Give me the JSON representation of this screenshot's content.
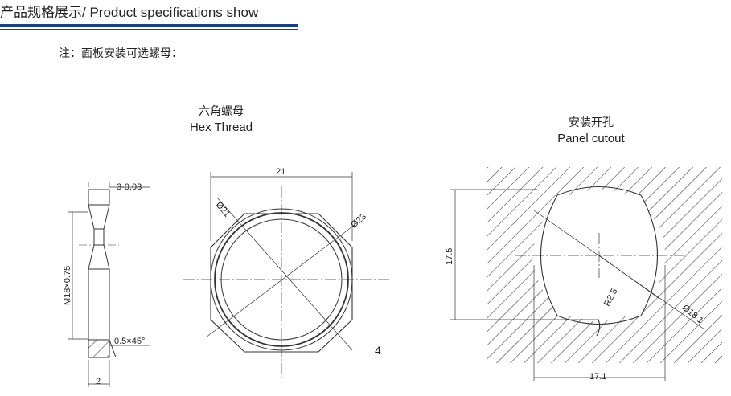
{
  "header": {
    "title_zh": "产品规格展示",
    "title_en": "/ Product specifications show",
    "accent_color": "#1d3f7a"
  },
  "note": "注：面板安装可选螺母：",
  "hex_thread": {
    "caption_zh": "六角螺母",
    "caption_en": "Hex  Thread",
    "dims": {
      "thickness": "3-0.03",
      "width": "21",
      "inner_diameter": "Ø21",
      "outer_diameter": "Ø23",
      "thread": "M18×0.75",
      "chamfer": "0.5×45°",
      "base": "2",
      "page_number": "4"
    }
  },
  "panel_cutout": {
    "caption_zh": "安装开孔",
    "caption_en": "Panel  cutout",
    "dims": {
      "height": "17.5",
      "width": "17.1",
      "radius": "R2.5",
      "diameter": "Ø18.1"
    }
  }
}
